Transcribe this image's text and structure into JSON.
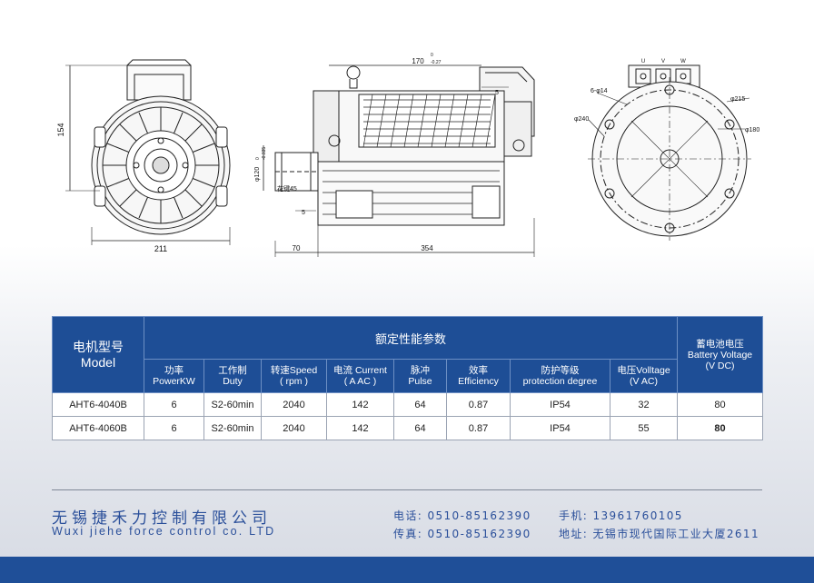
{
  "drawing_dims": {
    "front": {
      "height": "154",
      "width": "211"
    },
    "side": {
      "top": "170",
      "top_tol": "-0.27",
      "top_sup": "0",
      "shaft_dia": "φ120",
      "shaft_tol": "-0.035",
      "shaft_sup": "0",
      "keyway": "花键45",
      "step": "5",
      "left": "70",
      "length": "354",
      "right_step": "5"
    },
    "flange": {
      "holes": "6-φ14",
      "pcd": "φ215",
      "outer": "φ240",
      "inner": "φ180",
      "term_u": "U",
      "term_v": "V",
      "term_w": "W"
    }
  },
  "table": {
    "model_header_cn": "电机型号",
    "model_header_en": "Model",
    "rated_header": "额定性能参数",
    "battery_header_cn": "蓄电池电压",
    "battery_header_en": "Battery Voltage",
    "battery_header_unit": "(V DC)",
    "columns": [
      {
        "cn": "功率",
        "en": "PowerKW"
      },
      {
        "cn": "工作制",
        "en": "Duty"
      },
      {
        "cn": "转速Speed",
        "en": "( rpm )"
      },
      {
        "cn": "电流 Current",
        "en": "( A AC )"
      },
      {
        "cn": "脉冲",
        "en": "Pulse"
      },
      {
        "cn": "效率",
        "en": "Efficiency"
      },
      {
        "cn": "防护等级",
        "en": "protection degree"
      },
      {
        "cn": "电压Volltage",
        "en": "(V AC)"
      }
    ],
    "rows": [
      {
        "model": "AHT6-4040B",
        "power": "6",
        "duty": "S2-60min",
        "speed": "2040",
        "current": "142",
        "pulse": "64",
        "efficiency": "0.87",
        "protection": "IP54",
        "voltage": "32",
        "battery": "80"
      },
      {
        "model": "AHT6-4060B",
        "power": "6",
        "duty": "S2-60min",
        "speed": "2040",
        "current": "142",
        "pulse": "64",
        "efficiency": "0.87",
        "protection": "IP54",
        "voltage": "55",
        "battery": "80"
      }
    ]
  },
  "footer": {
    "company_cn": "无锡捷禾力控制有限公司",
    "company_en": "Wuxi jiehe force control co. LTD",
    "phone": "电话: 0510-85162390",
    "fax": "传真: 0510-85162390",
    "mobile": "手机: 13961760105",
    "address": "地址: 无锡市现代国际工业大厦2611"
  },
  "colors": {
    "brand_blue": "#1e4e96",
    "text_blue": "#2a4f9a"
  }
}
